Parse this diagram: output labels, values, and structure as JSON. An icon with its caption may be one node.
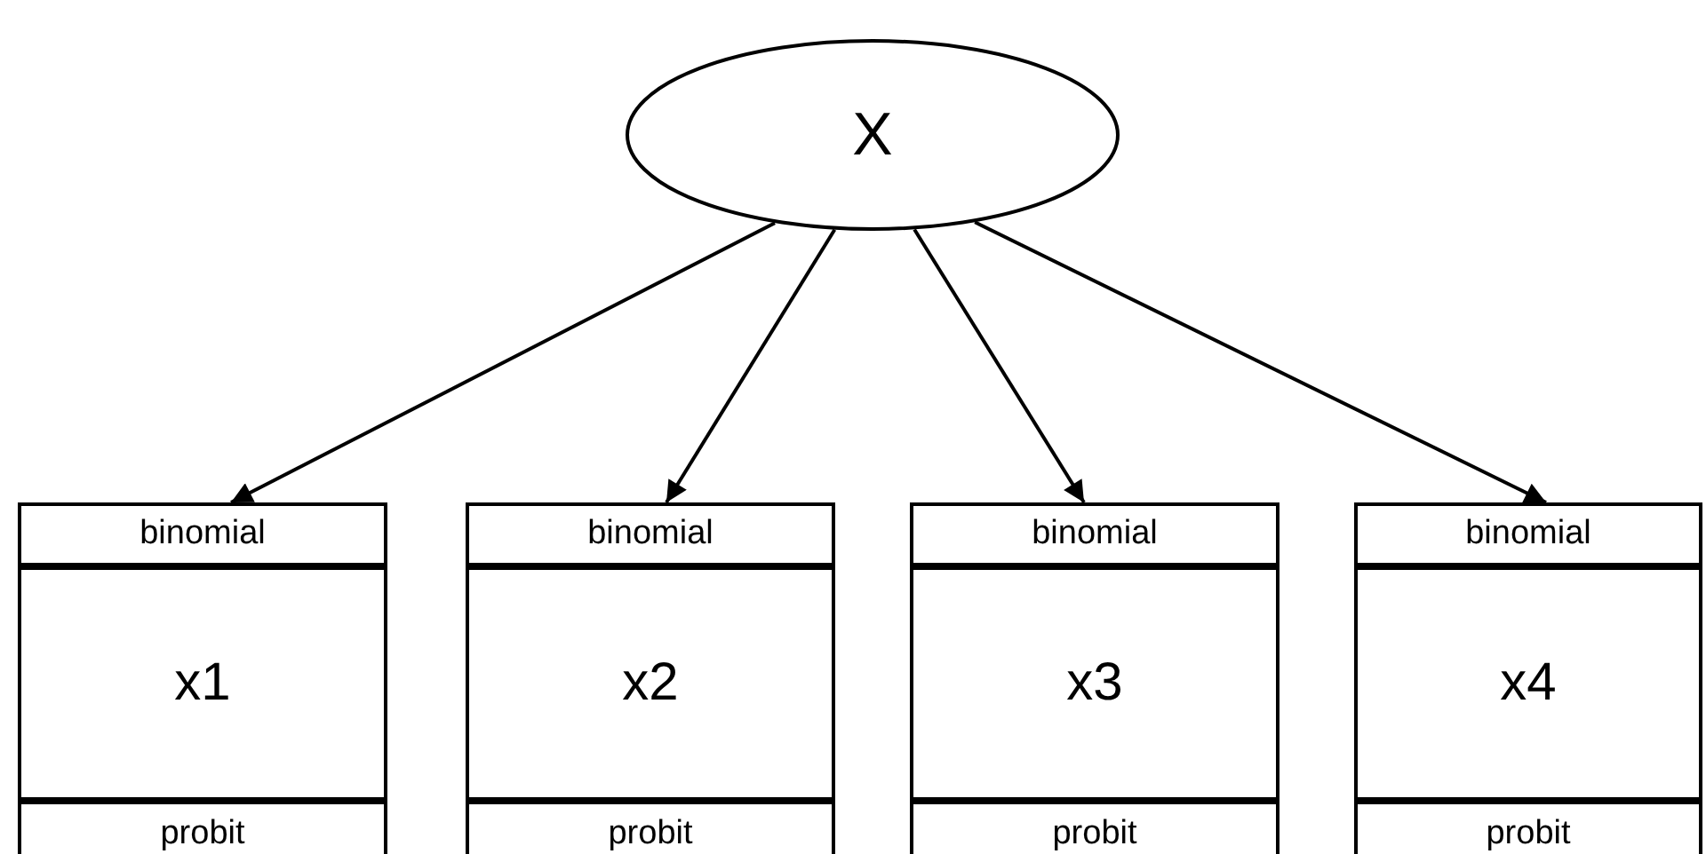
{
  "diagram": {
    "nodes": [
      {
        "text": [
          "X"
        ]
      },
      {
        "text": [
          "binomial",
          "x1",
          "probit"
        ]
      },
      {
        "text": [
          "binomial",
          "x2",
          "probit"
        ]
      },
      {
        "text": [
          "binomial",
          "x3",
          "probit"
        ]
      },
      {
        "text": [
          "binomial",
          "x4",
          "probit"
        ]
      }
    ],
    "edges": [
      {
        "from": 0,
        "to": 1,
        "arrow": "to"
      },
      {
        "from": 0,
        "to": 2,
        "arrow": "to"
      },
      {
        "from": 0,
        "to": 3,
        "arrow": "to"
      },
      {
        "from": 0,
        "to": 4,
        "arrow": "to"
      }
    ]
  }
}
